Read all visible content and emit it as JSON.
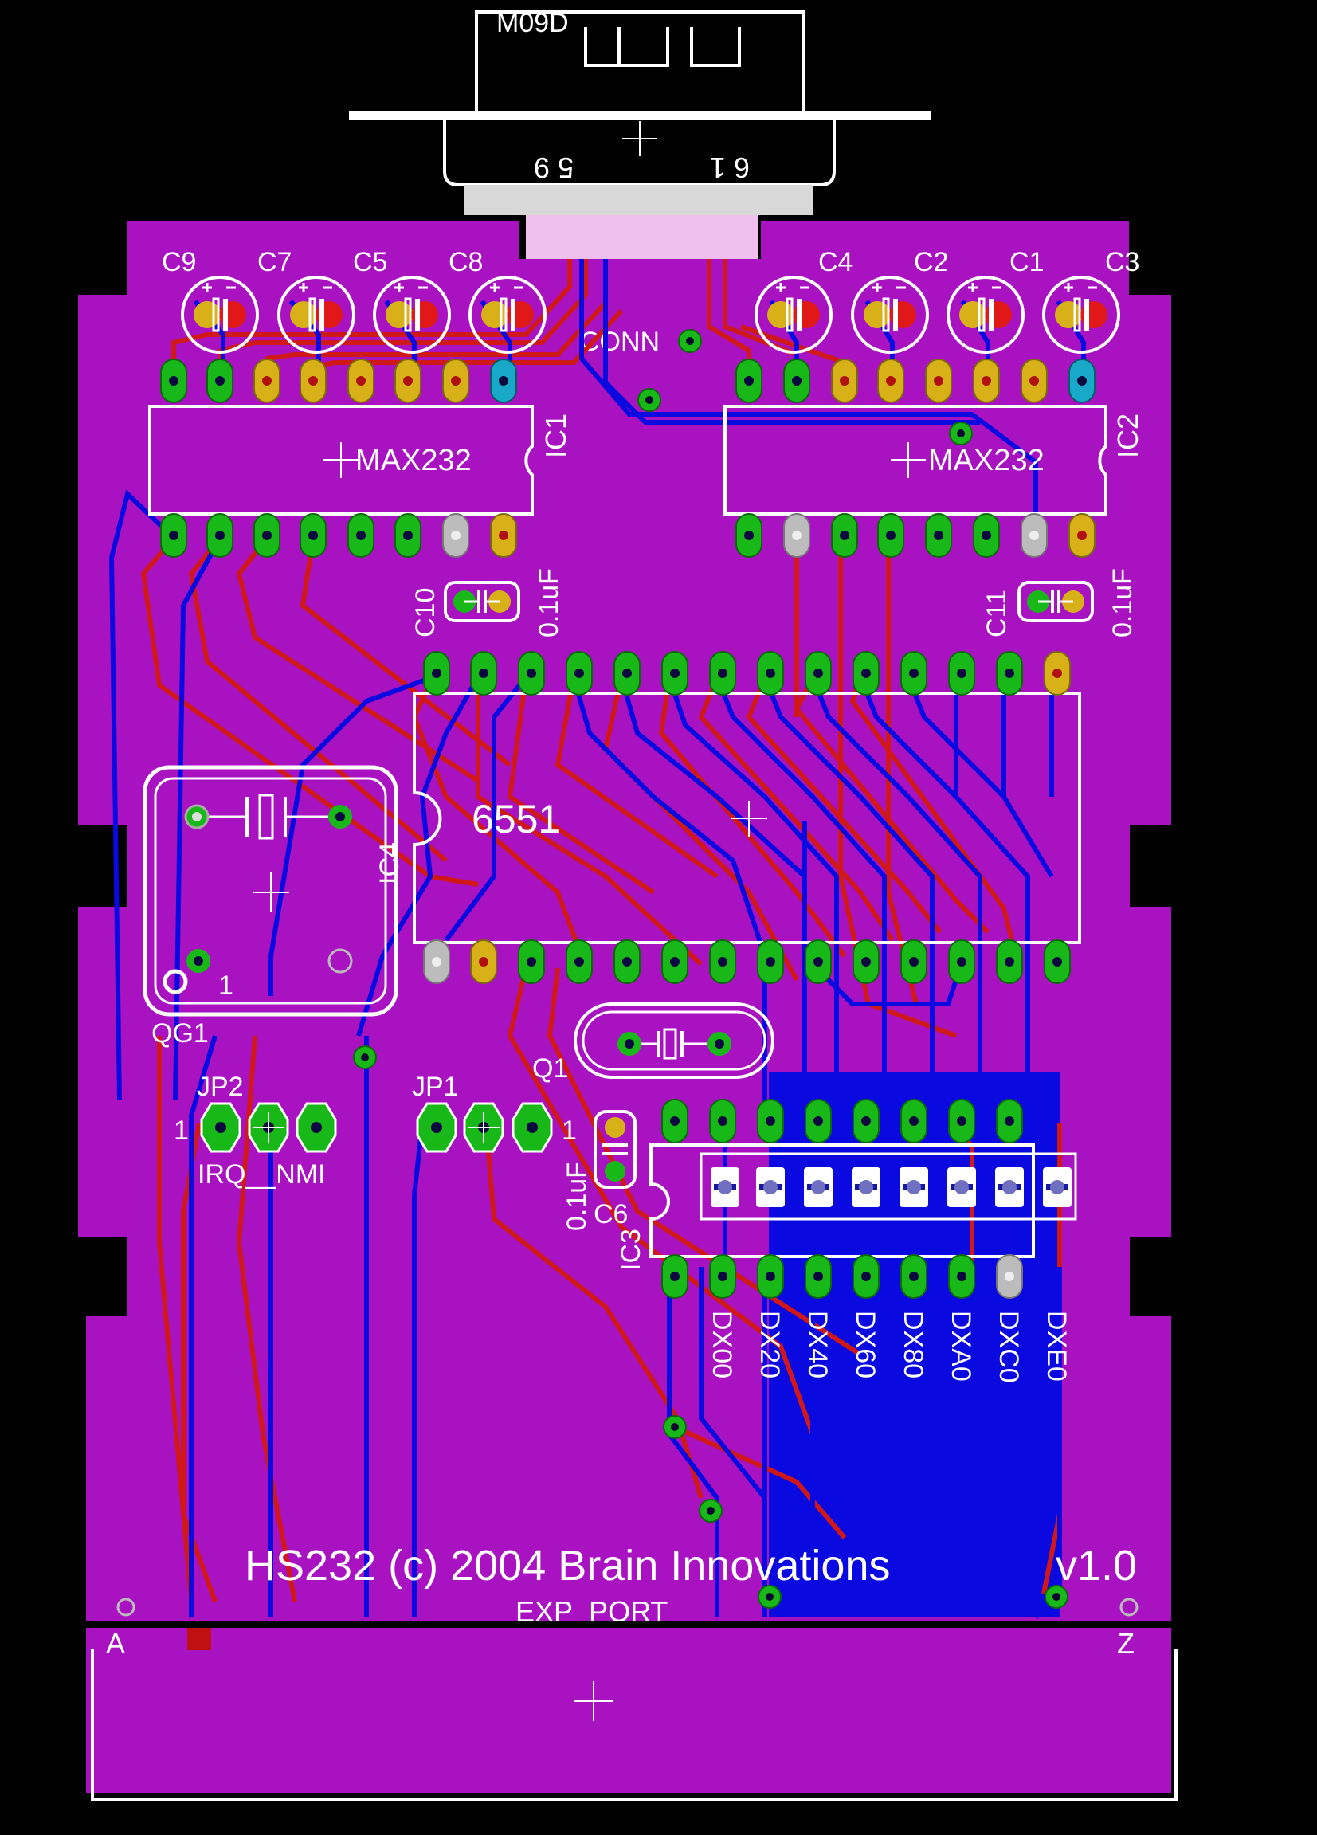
{
  "connector": {
    "name": "M09D",
    "pins_left": "5 9",
    "pins_right": "6 1",
    "label": "CONN"
  },
  "caps_top": [
    "C9",
    "C7",
    "C5",
    "C8",
    "C4",
    "C2",
    "C1",
    "C3"
  ],
  "ics": {
    "ic1": {
      "ref": "IC1",
      "value": "MAX232"
    },
    "ic2": {
      "ref": "IC2",
      "value": "MAX232"
    },
    "ic4": {
      "ref": "IC4",
      "value": "6551"
    },
    "ic3": {
      "ref": "IC3"
    }
  },
  "decoupling": {
    "c10": {
      "ref": "C10",
      "value": "0.1uF"
    },
    "c11": {
      "ref": "C11",
      "value": "0.1uF"
    },
    "c6": {
      "ref": "C6",
      "value": "0.1uF"
    }
  },
  "crystal": {
    "osc": "QG1",
    "osc_pin": "1",
    "xtal": "Q1"
  },
  "jumpers": {
    "jp2": {
      "ref": "JP2",
      "pin": "1",
      "label": "IRQ__NMI"
    },
    "jp1": {
      "ref": "JP1",
      "pin": "1"
    }
  },
  "address_labels": [
    "DX00",
    "DX20",
    "DX40",
    "DX60",
    "DX80",
    "DXA0",
    "DXC0",
    "DXE0"
  ],
  "footer": {
    "credit": "HS232 (c) 2004 Brain Innovations",
    "version": "v1.0",
    "port": "EXP_PORT",
    "edge_left": "A",
    "edge_right": "Z"
  },
  "colors": {
    "background": "#000000",
    "board": "#a812c0",
    "bottom_copper": "#0a0ae0",
    "top_copper": "#d01818",
    "pad": "#18b818",
    "silk": "#ffffff"
  }
}
